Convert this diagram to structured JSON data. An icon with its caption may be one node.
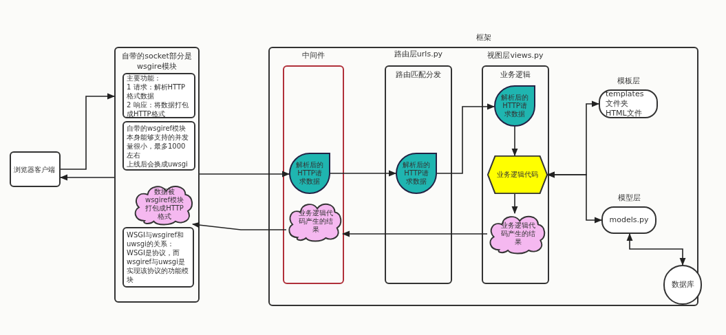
{
  "diagram": {
    "nodes": [
      {
        "text": [
          "浏览器客户端"
        ]
      },
      {
        "text": [
          "自带的socket部分是wsgire模块"
        ]
      },
      {
        "text": [
          "主要功能：",
          "1 请求：解析HTTP格式数据",
          "2 响应：将数据打包成HTTP格式"
        ],
        "in": 1
      },
      {
        "text": [
          "自带的wsgiref模块本身能够支持的并发量很小，最多1000左右",
          "上线后会换成uwsgi"
        ],
        "in": 1
      },
      {
        "text": [
          "数据被wsgiref模块打包成HTTP格式"
        ],
        "in": 1
      },
      {
        "text": [
          "WSGI与wsgiref和uwsgi的关系：",
          "WSGI是协议，而wsgiref与uwsgi是实现该协议的功能模块"
        ],
        "in": 1
      },
      {
        "text": [
          "框架"
        ]
      },
      {
        "text": [
          "中间件"
        ],
        "in": 6
      },
      {
        "text": [
          "解析后的HTTP请求数据"
        ],
        "in": 7
      },
      {
        "text": [
          "业务逻辑代码产生的结果"
        ],
        "in": 7
      },
      {
        "text": [
          "路由层urls.py",
          "路由匹配分发"
        ],
        "in": 6
      },
      {
        "text": [
          "解析后的HTTP请求数据"
        ],
        "in": 10
      },
      {
        "text": [
          "视图层views.py",
          "业务逻辑"
        ],
        "in": 6
      },
      {
        "text": [
          "解析后的HTTP请求数据"
        ],
        "in": 12
      },
      {
        "text": [
          "业务逻辑代码"
        ],
        "in": 12
      },
      {
        "text": [
          "业务逻辑代码产生的结果"
        ],
        "in": 12
      },
      {
        "text": [
          "模板层",
          "templates文件夹",
          "HTML文件"
        ],
        "in": 6
      },
      {
        "text": [
          "模型层",
          "models.py"
        ],
        "in": 6
      },
      {
        "text": [
          "数据库"
        ]
      }
    ],
    "edges": [
      {
        "from": 0,
        "to": 1,
        "arrow": "to"
      },
      {
        "from": 1,
        "to": 0,
        "arrow": "to"
      },
      {
        "from": 1,
        "to": 8,
        "arrow": "to"
      },
      {
        "from": 9,
        "to": 4,
        "arrow": "to"
      },
      {
        "from": 8,
        "to": 11,
        "arrow": "to"
      },
      {
        "from": 11,
        "to": 13,
        "arrow": "to"
      },
      {
        "from": 13,
        "to": 14,
        "arrow": "to"
      },
      {
        "from": 14,
        "to": 15,
        "arrow": "to"
      },
      {
        "from": 15,
        "to": 9,
        "arrow": "to"
      },
      {
        "from": 14,
        "to": 16,
        "arrow": "both"
      },
      {
        "from": 14,
        "to": 17,
        "arrow": "both"
      },
      {
        "from": 17,
        "to": 18,
        "arrow": "both"
      }
    ]
  }
}
